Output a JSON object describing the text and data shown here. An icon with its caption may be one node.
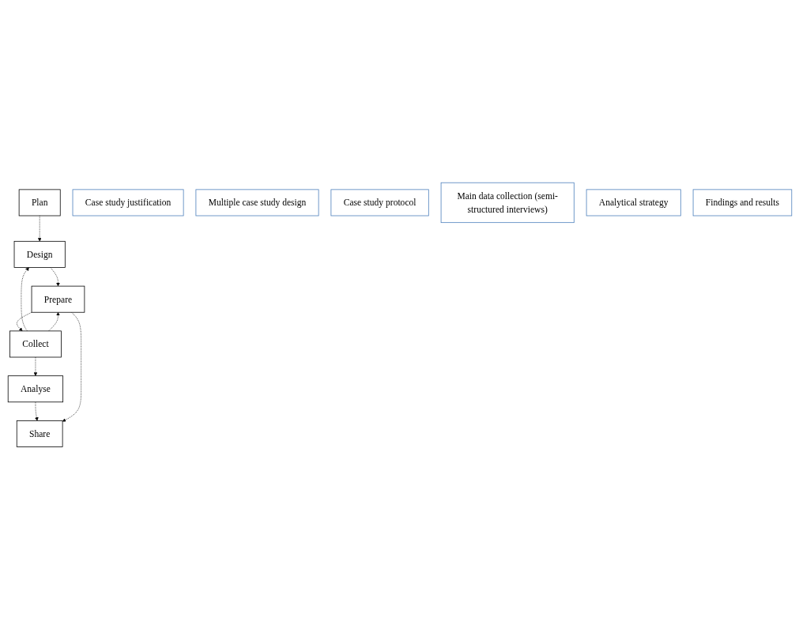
{
  "diagram": {
    "nodes": [
      {
        "text": [
          "Plan"
        ]
      },
      {
        "text": [
          "Design"
        ]
      },
      {
        "text": [
          "Prepare"
        ]
      },
      {
        "text": [
          "Collect"
        ]
      },
      {
        "text": [
          "Analyse"
        ]
      },
      {
        "text": [
          "Share"
        ]
      },
      {
        "text": [
          "Case study justification"
        ]
      },
      {
        "text": [
          "Multiple case study design"
        ]
      },
      {
        "text": [
          "Case study protocol"
        ]
      },
      {
        "text": [
          "Main data collection (semi-structured interviews)"
        ]
      },
      {
        "text": [
          "Analytical strategy"
        ]
      },
      {
        "text": [
          "Findings and results"
        ]
      }
    ],
    "edges": [
      {
        "from": 0,
        "to": 1,
        "arrow": "to",
        "style": "dashed"
      },
      {
        "from": 1,
        "to": 2,
        "arrow": "to",
        "style": "dashed"
      },
      {
        "from": 2,
        "to": 3,
        "arrow": "to",
        "style": "dashed"
      },
      {
        "from": 3,
        "to": 4,
        "arrow": "to",
        "style": "dashed"
      },
      {
        "from": 4,
        "to": 5,
        "arrow": "to",
        "style": "dashed"
      },
      {
        "from": 3,
        "to": 1,
        "arrow": "to",
        "style": "dashed"
      },
      {
        "from": 3,
        "to": 2,
        "arrow": "to",
        "style": "dashed"
      },
      {
        "from": 2,
        "to": 5,
        "arrow": "to",
        "style": "dashed"
      }
    ]
  }
}
